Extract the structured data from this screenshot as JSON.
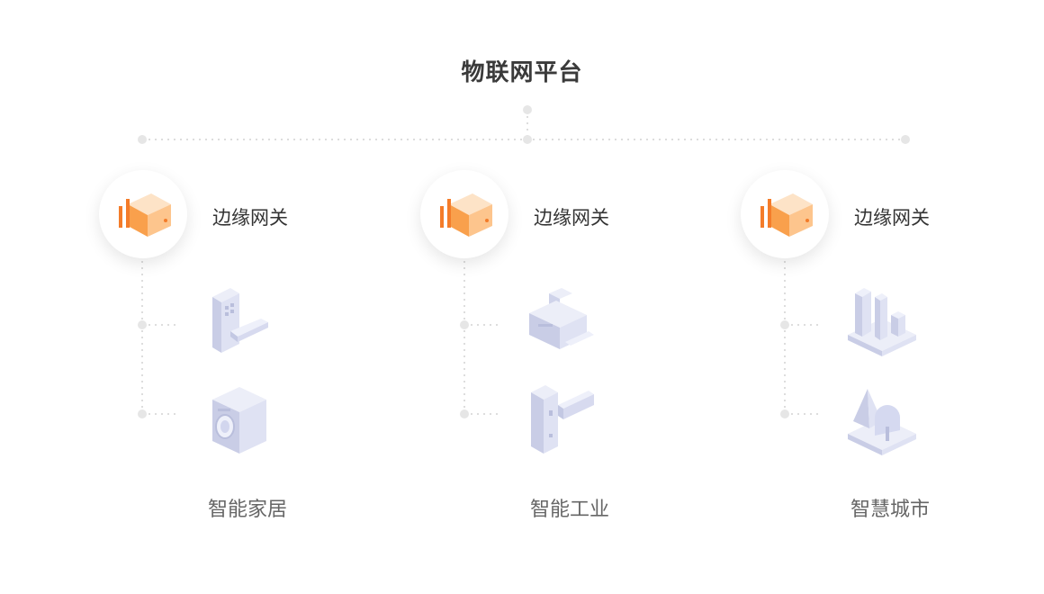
{
  "title": "物联网平台",
  "gateways": [
    {
      "label": "边缘网关",
      "icon": "gateway-icon"
    },
    {
      "label": "边缘网关",
      "icon": "gateway-icon"
    },
    {
      "label": "边缘网关",
      "icon": "gateway-icon"
    }
  ],
  "categories": [
    {
      "label": "智能家居",
      "devices": [
        "door-lock-icon",
        "washing-machine-icon"
      ]
    },
    {
      "label": "智能工业",
      "devices": [
        "printer-icon",
        "factory-machine-icon"
      ]
    },
    {
      "label": "智慧城市",
      "devices": [
        "city-buildings-icon",
        "city-landmark-icon"
      ]
    }
  ],
  "colors": {
    "accent": "#f7a14f",
    "line": "#dcdcdc",
    "device": "#d7daf0"
  }
}
